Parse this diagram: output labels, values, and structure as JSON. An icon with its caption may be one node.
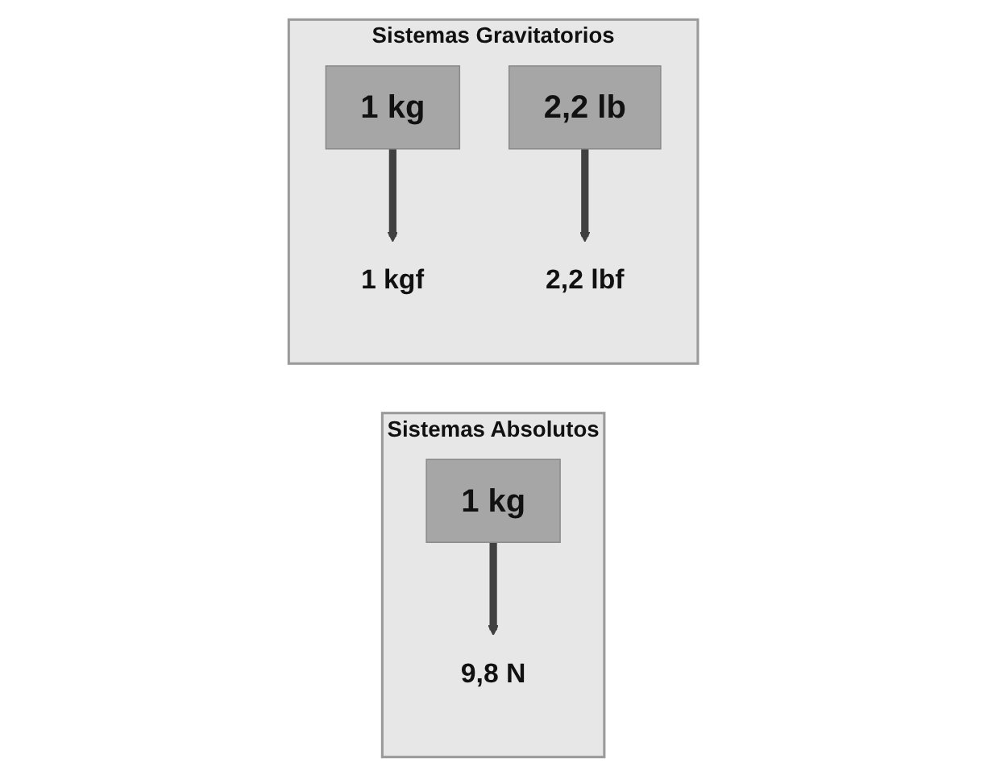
{
  "diagram": {
    "nodes": [
      {
        "text": [
          "Sistemas Absolutos"
        ]
      },
      {
        "text": [
          "1 kg"
        ],
        "in": 0
      },
      {
        "text": [
          "9,8 N"
        ],
        "in": 0
      },
      {
        "text": [
          "Sistemas Gravitatorios"
        ]
      },
      {
        "text": [
          "1 kg"
        ],
        "in": 3
      },
      {
        "text": [
          "1 kgf"
        ],
        "in": 3
      },
      {
        "text": [
          "2,2 lb"
        ],
        "in": 3
      },
      {
        "text": [
          "2,2 lbf"
        ],
        "in": 3
      }
    ],
    "edges": [
      {
        "from": 1,
        "to": 2,
        "arrow": "to"
      },
      {
        "from": 4,
        "to": 5,
        "arrow": "to"
      },
      {
        "from": 6,
        "to": 7,
        "arrow": "to"
      }
    ]
  }
}
